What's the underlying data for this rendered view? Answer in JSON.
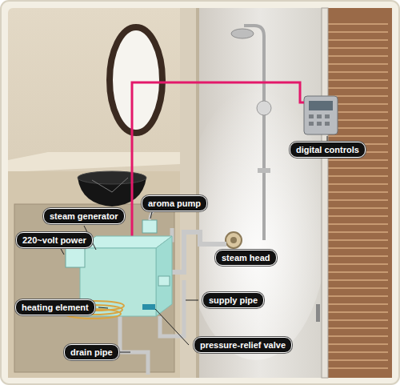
{
  "diagram": {
    "nodes": [
      {
        "text": [
          "digital controls"
        ]
      },
      {
        "text": [
          "aroma pump"
        ]
      },
      {
        "text": [
          "steam generator"
        ]
      },
      {
        "text": [
          "220~volt power"
        ]
      },
      {
        "text": [
          "steam head"
        ]
      },
      {
        "text": [
          "supply pipe"
        ]
      },
      {
        "text": [
          "heating element"
        ]
      },
      {
        "text": [
          "pressure-relief valve"
        ]
      },
      {
        "text": [
          "drain pipe"
        ]
      }
    ]
  }
}
